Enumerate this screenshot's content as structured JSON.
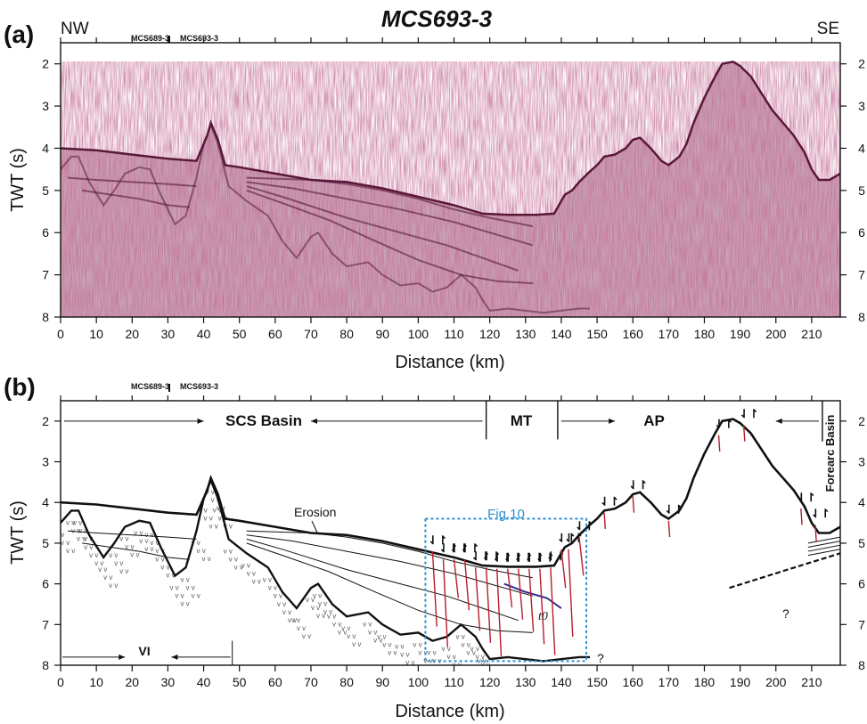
{
  "figure": {
    "title": "MCS693-3",
    "panel_a": {
      "label": "(a)",
      "left_dir": "NW",
      "right_dir": "SE",
      "line_labels": [
        "MCS689-3",
        "MCS693-3"
      ],
      "ylabel": "TWT (s)",
      "xlabel": "Distance (km)"
    },
    "panel_b": {
      "label": "(b)",
      "line_labels": [
        "MCS689-3",
        "MCS693-3"
      ],
      "ylabel": "TWT (s)",
      "xlabel": "Distance (km)",
      "zones": {
        "scs_basin": "SCS Basin",
        "mt": "MT",
        "ap": "AP",
        "forearc": "Forearc Basin",
        "vi": "VI"
      },
      "annotations": {
        "erosion": "Erosion",
        "fig10": "Fig.10",
        "t0": "t0",
        "question": "?"
      }
    }
  },
  "chart_data": {
    "type": "line",
    "xlim": [
      0,
      218
    ],
    "ylim": [
      8,
      1.5
    ],
    "xticks": [
      0,
      10,
      20,
      30,
      40,
      50,
      60,
      70,
      80,
      90,
      100,
      110,
      120,
      130,
      140,
      150,
      160,
      170,
      180,
      190,
      200,
      210
    ],
    "yticks": [
      2,
      3,
      4,
      5,
      6,
      7,
      8
    ],
    "seafloor": [
      [
        0,
        4.0
      ],
      [
        10,
        4.05
      ],
      [
        20,
        4.15
      ],
      [
        30,
        4.25
      ],
      [
        38,
        4.3
      ],
      [
        41,
        3.7
      ],
      [
        42,
        3.4
      ],
      [
        44,
        3.8
      ],
      [
        46,
        4.4
      ],
      [
        50,
        4.45
      ],
      [
        60,
        4.6
      ],
      [
        70,
        4.75
      ],
      [
        80,
        4.8
      ],
      [
        90,
        4.95
      ],
      [
        100,
        5.15
      ],
      [
        110,
        5.35
      ],
      [
        118,
        5.55
      ],
      [
        125,
        5.58
      ],
      [
        133,
        5.58
      ],
      [
        138,
        5.55
      ],
      [
        141,
        5.1
      ],
      [
        143,
        5.0
      ],
      [
        145,
        4.8
      ],
      [
        148,
        4.55
      ],
      [
        150,
        4.4
      ],
      [
        152,
        4.2
      ],
      [
        155,
        4.15
      ],
      [
        158,
        4.0
      ],
      [
        160,
        3.8
      ],
      [
        162,
        3.75
      ],
      [
        165,
        4.0
      ],
      [
        168,
        4.3
      ],
      [
        170,
        4.4
      ],
      [
        173,
        4.2
      ],
      [
        175,
        3.9
      ],
      [
        177,
        3.4
      ],
      [
        180,
        2.8
      ],
      [
        183,
        2.3
      ],
      [
        185,
        2.0
      ],
      [
        188,
        1.95
      ],
      [
        190,
        2.05
      ],
      [
        193,
        2.3
      ],
      [
        196,
        2.7
      ],
      [
        199,
        3.1
      ],
      [
        202,
        3.4
      ],
      [
        205,
        3.7
      ],
      [
        208,
        4.1
      ],
      [
        210,
        4.5
      ],
      [
        212,
        4.75
      ],
      [
        215,
        4.75
      ],
      [
        218,
        4.6
      ]
    ],
    "basement": [
      [
        0,
        4.5
      ],
      [
        3,
        4.2
      ],
      [
        5,
        4.2
      ],
      [
        8,
        4.8
      ],
      [
        12,
        5.35
      ],
      [
        15,
        5.0
      ],
      [
        18,
        4.6
      ],
      [
        22,
        4.45
      ],
      [
        25,
        4.5
      ],
      [
        28,
        5.1
      ],
      [
        32,
        5.8
      ],
      [
        35,
        5.6
      ],
      [
        38,
        4.7
      ],
      [
        40,
        3.9
      ],
      [
        42,
        3.45
      ],
      [
        44,
        3.9
      ],
      [
        47,
        4.9
      ],
      [
        52,
        5.25
      ],
      [
        58,
        5.6
      ],
      [
        62,
        6.2
      ],
      [
        66,
        6.6
      ],
      [
        70,
        6.1
      ],
      [
        72,
        6.0
      ],
      [
        76,
        6.5
      ],
      [
        80,
        6.8
      ],
      [
        86,
        6.7
      ],
      [
        90,
        7.0
      ],
      [
        95,
        7.25
      ],
      [
        100,
        7.2
      ],
      [
        104,
        7.4
      ],
      [
        108,
        7.3
      ],
      [
        112,
        7.0
      ],
      [
        116,
        7.3
      ],
      [
        118,
        7.6
      ],
      [
        120,
        7.85
      ],
      [
        125,
        7.8
      ],
      [
        135,
        7.9
      ],
      [
        145,
        7.8
      ],
      [
        148,
        7.8
      ]
    ],
    "horizons": [
      [
        [
          2,
          4.7
        ],
        [
          10,
          4.75
        ],
        [
          20,
          4.8
        ],
        [
          30,
          4.85
        ],
        [
          38,
          4.9
        ]
      ],
      [
        [
          6,
          5.0
        ],
        [
          14,
          5.1
        ],
        [
          22,
          5.2
        ],
        [
          30,
          5.35
        ],
        [
          36,
          5.4
        ]
      ],
      [
        [
          52,
          4.7
        ],
        [
          70,
          4.75
        ],
        [
          80,
          4.85
        ],
        [
          90,
          5.0
        ],
        [
          100,
          5.2
        ],
        [
          110,
          5.45
        ],
        [
          120,
          5.65
        ],
        [
          132,
          5.85
        ]
      ],
      [
        [
          52,
          4.8
        ],
        [
          65,
          4.95
        ],
        [
          80,
          5.2
        ],
        [
          95,
          5.45
        ],
        [
          110,
          5.75
        ],
        [
          120,
          6.0
        ],
        [
          132,
          6.3
        ]
      ],
      [
        [
          52,
          4.9
        ],
        [
          62,
          5.15
        ],
        [
          80,
          5.65
        ],
        [
          95,
          6.0
        ],
        [
          108,
          6.3
        ],
        [
          118,
          6.6
        ],
        [
          128,
          6.9
        ]
      ],
      [
        [
          52,
          5.0
        ],
        [
          62,
          5.3
        ],
        [
          75,
          5.7
        ],
        [
          88,
          6.2
        ],
        [
          100,
          6.65
        ],
        [
          112,
          7.0
        ],
        [
          122,
          7.15
        ],
        [
          132,
          7.2
        ]
      ]
    ],
    "zone_bounds_km": {
      "mt": [
        119,
        139
      ],
      "forearc": 213
    },
    "vi_range_km": [
      0,
      48
    ],
    "fig10_box": {
      "x": [
        102,
        147
      ],
      "y": [
        4.4,
        7.9
      ]
    },
    "faults_km": [
      104,
      107,
      110,
      113,
      116,
      119,
      122,
      125,
      128,
      131,
      134,
      137,
      140,
      142,
      145,
      152,
      160,
      170,
      184,
      191,
      207,
      211
    ]
  }
}
